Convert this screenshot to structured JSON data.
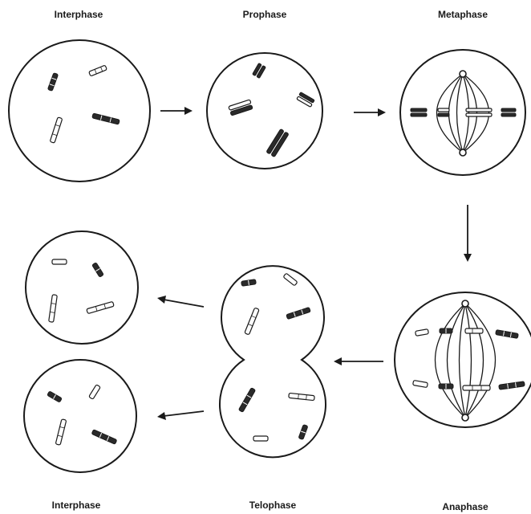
{
  "labels": {
    "interphase_top": "Interphase",
    "prophase": "Prophase",
    "metaphase": "Metaphase",
    "anaphase": "Anaphase",
    "telophase": "Telophase",
    "interphase_bottom": "Interphase"
  },
  "colors": {
    "ink": "#1a1a1a",
    "background": "#ffffff"
  }
}
